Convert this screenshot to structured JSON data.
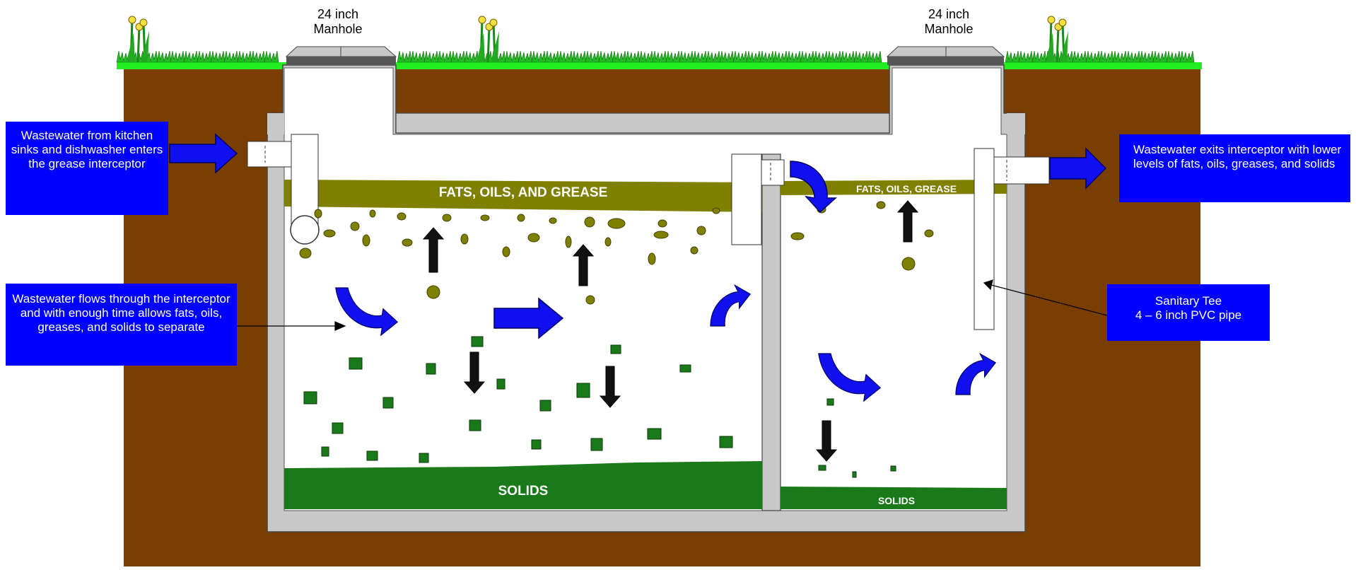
{
  "manholes": [
    {
      "line1": "24 inch",
      "line2": "Manhole"
    },
    {
      "line1": "24 inch",
      "line2": "Manhole"
    }
  ],
  "layers": {
    "left_fog": "FATS, OILS, AND GREASE",
    "right_fog": "FATS, OILS, GREASE",
    "left_solids": "SOLIDS",
    "right_solids": "SOLIDS"
  },
  "callouts": {
    "inlet": "Wastewater from kitchen sinks and dishwasher enters the grease interceptor",
    "flow": "Wastewater flows through the interceptor and with enough time allows fats, oils, greases, and solids to separate",
    "outlet": "Wastewater exits interceptor with lower levels of fats, oils, greases, and solids",
    "tee_line1": "Sanitary Tee",
    "tee_line2": "4 – 6 inch PVC pipe"
  },
  "colors": {
    "soil": "#7a3e00",
    "concrete": "#c0c0c0",
    "grease": "#808000",
    "solids": "#1a7a1a",
    "arrow_blue": "#0000ff",
    "grass": "#22cc22"
  }
}
